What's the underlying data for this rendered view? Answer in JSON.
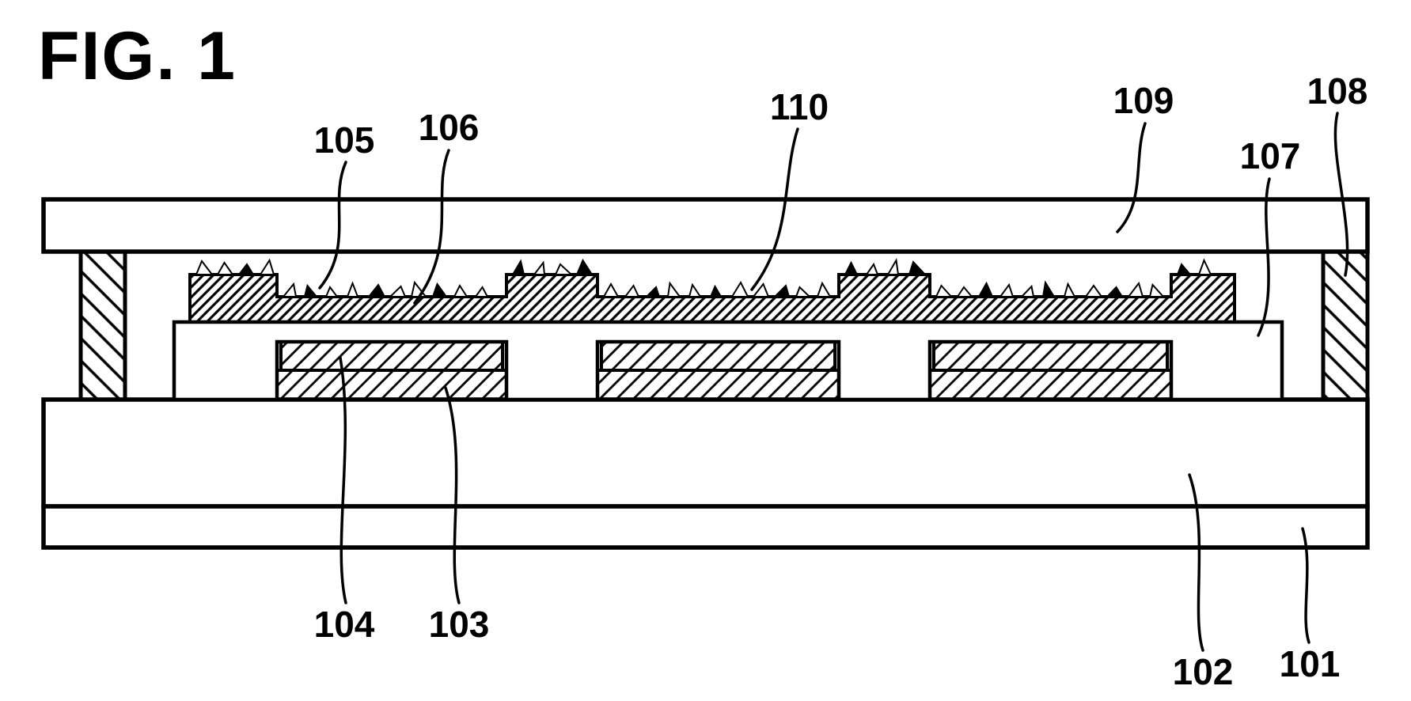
{
  "figure": {
    "title": "FIG. 1",
    "reference_numerals": {
      "n101": "101",
      "n102": "102",
      "n103": "103",
      "n104": "104",
      "n105": "105",
      "n106": "106",
      "n107": "107",
      "n108": "108",
      "n109": "109",
      "n110": "110"
    }
  },
  "colors": {
    "ink": "#000000",
    "paper": "#ffffff"
  }
}
